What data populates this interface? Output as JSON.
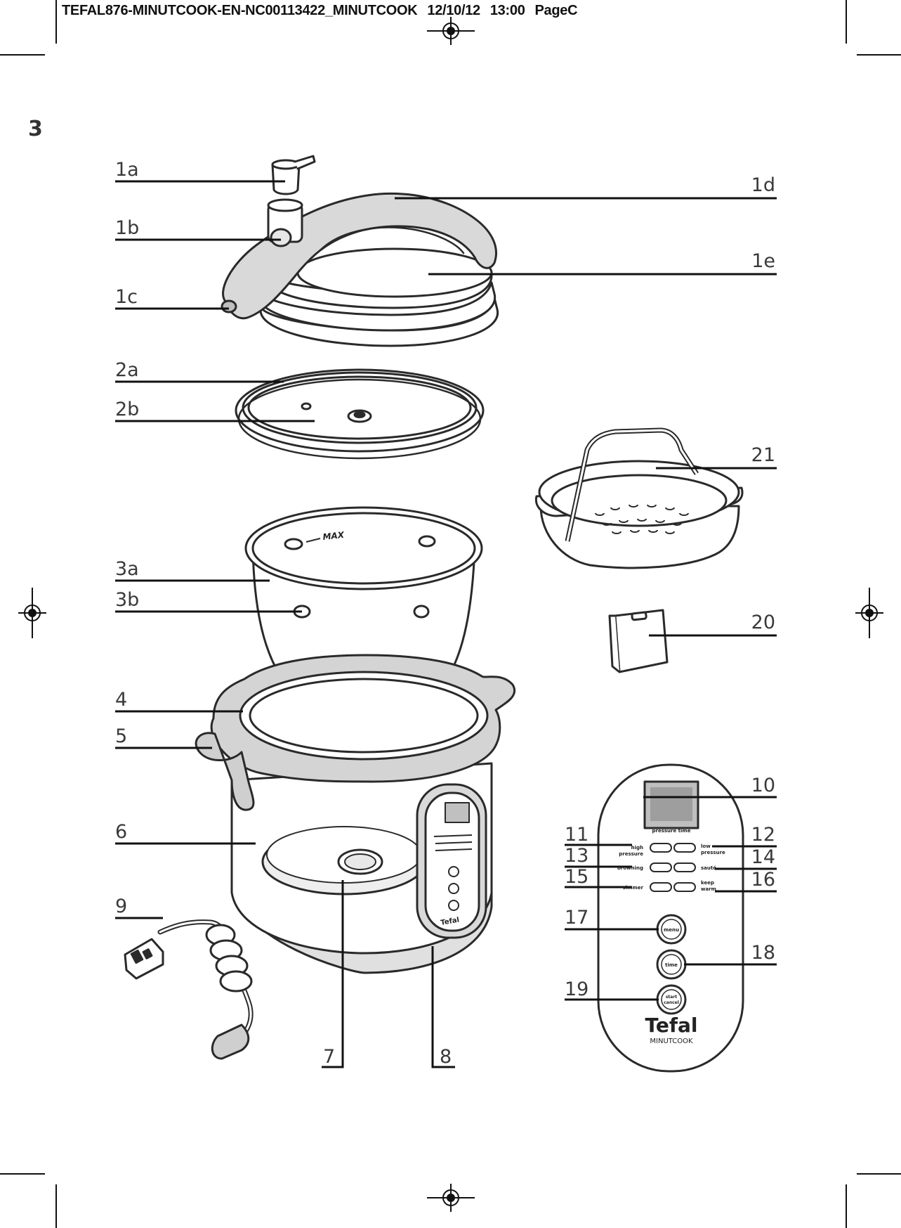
{
  "header": {
    "code": "TEFAL876-MINUTCOOK-EN-NC00113422_MINUTCOOK",
    "date": "12/10/12",
    "time": "13:00",
    "page": "PageC"
  },
  "page_number": "3",
  "labels": {
    "l1a": "1a",
    "l1b": "1b",
    "l1c": "1c",
    "l1d": "1d",
    "l1e": "1e",
    "l2a": "2a",
    "l2b": "2b",
    "l3a": "3a",
    "l3b": "3b",
    "l4": "4",
    "l5": "5",
    "l6": "6",
    "l7": "7",
    "l8": "8",
    "l9": "9",
    "l10": "10",
    "l11": "11",
    "l12": "12",
    "l13": "13",
    "l14": "14",
    "l15": "15",
    "l16": "16",
    "l17": "17",
    "l18": "18",
    "l19": "19",
    "l20": "20",
    "l21": "21"
  },
  "bowl_mark": "MAX",
  "panel": {
    "display_caption": "pressure time",
    "high_pressure": [
      "high",
      "pressure"
    ],
    "low_pressure": [
      "low",
      "pressure"
    ],
    "browning": "browning",
    "saute": "sauté",
    "simmer": "simmer",
    "keep_warm": [
      "keep",
      "warm"
    ],
    "menu": "menu",
    "time": "time",
    "start_cancel": [
      "start",
      "cancel"
    ],
    "brand": "Tefal",
    "model": "MINUTCOOK"
  }
}
